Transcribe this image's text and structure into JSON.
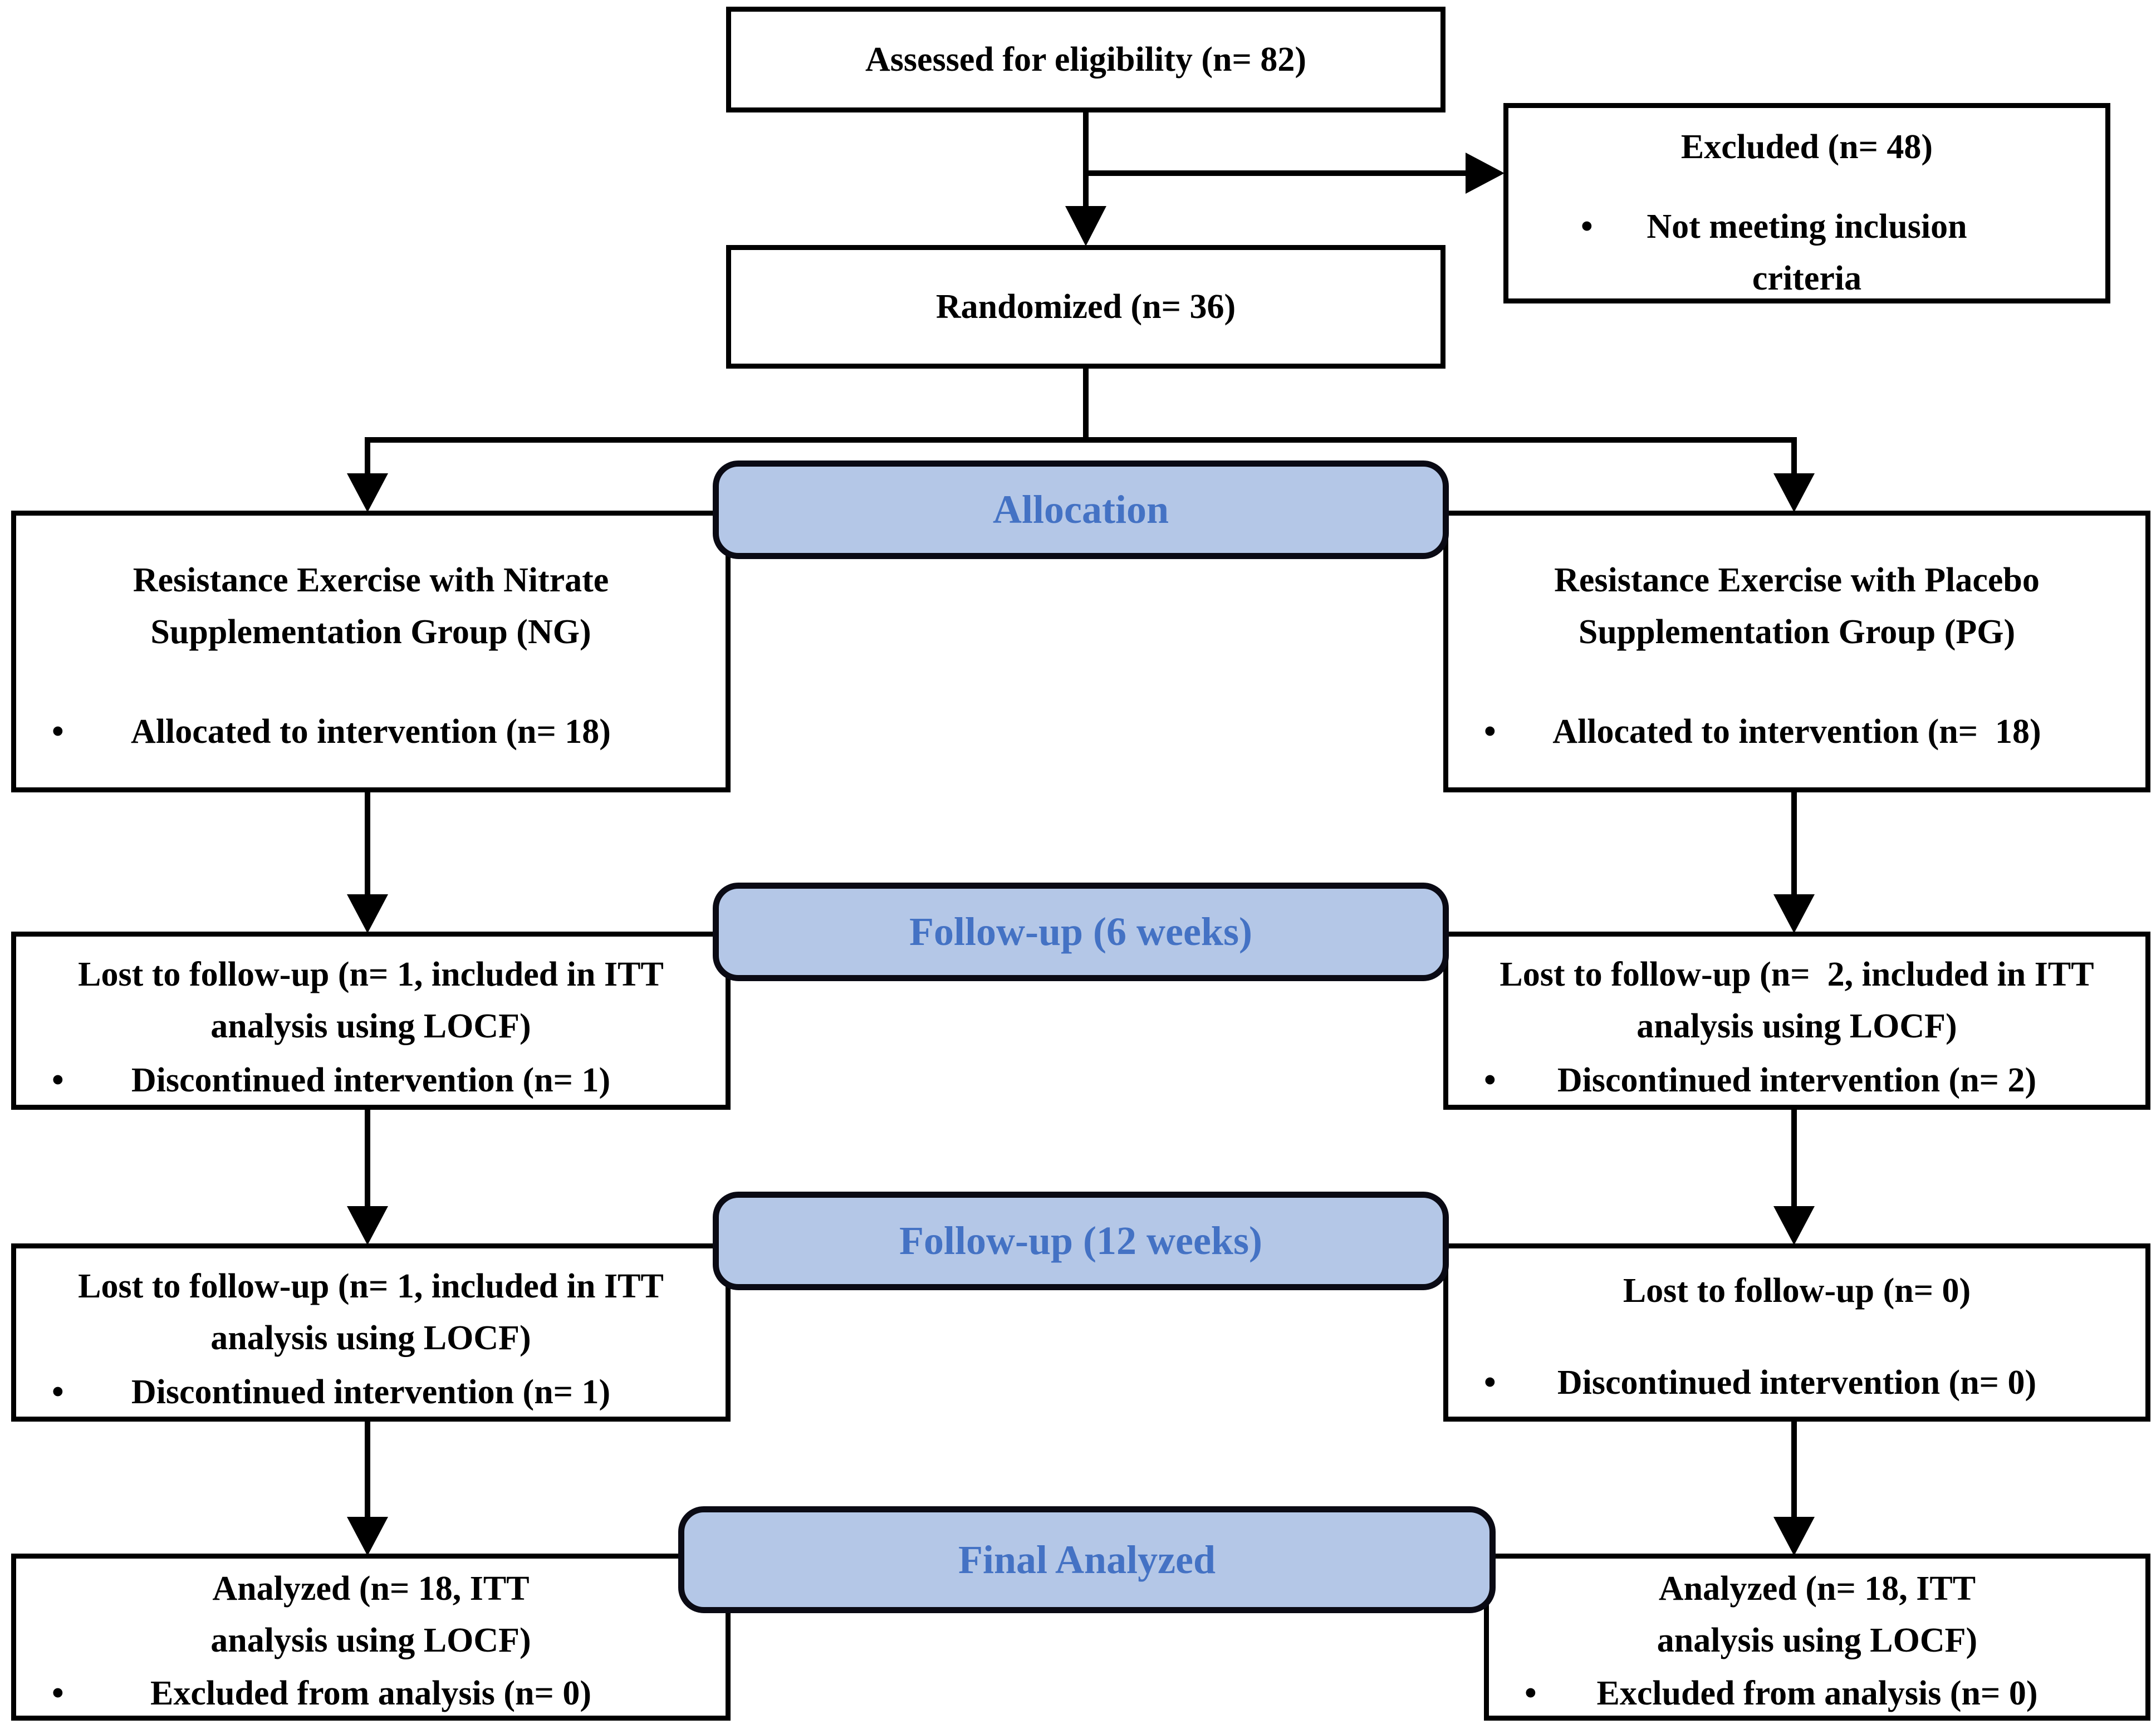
{
  "colors": {
    "background": "#ffffff",
    "box_fill": "#ffffff",
    "box_border": "#000000",
    "box_text": "#000000",
    "banner_fill": "#b4c7e7",
    "banner_border": "#0a0a14",
    "banner_text": "#4472c4",
    "connector": "#000000"
  },
  "bullet_char": "•",
  "top": {
    "assessed": "Assessed for eligibility (n= 82)",
    "excluded_title": "Excluded (n= 48)",
    "excluded_bullet": "Not meeting inclusion criteria",
    "randomized": "Randomized (n= 36)"
  },
  "banners": {
    "allocation": "Allocation",
    "followup6": "Follow-up (6 weeks)",
    "followup12": "Follow-up (12 weeks)",
    "final": "Final Analyzed"
  },
  "left": {
    "group_title": "Resistance Exercise with Nitrate Supplementation Group (NG)",
    "group_bullet": "Allocated to intervention (n= 18)",
    "fu6_title": "Lost to follow-up (n= 1, included in ITT analysis using LOCF)",
    "fu6_bullet": "Discontinued intervention (n= 1)",
    "fu12_title": "Lost to follow-up (n= 1, included in ITT analysis using LOCF)",
    "fu12_bullet": "Discontinued intervention (n= 1)",
    "final_title": "Analyzed (n= 18, ITT analysis using LOCF)",
    "final_bullet": "Excluded from analysis (n= 0)"
  },
  "right": {
    "group_title": "Resistance Exercise with Placebo Supplementation Group (PG)",
    "group_bullet": "Allocated to intervention (n=  18)",
    "fu6_title": "Lost to follow-up (n=  2, included in ITT analysis using LOCF)",
    "fu6_bullet": "Discontinued intervention (n= 2)",
    "fu12_title": "Lost to follow-up (n= 0)",
    "fu12_bullet": "Discontinued intervention (n= 0)",
    "final_title": "Analyzed (n= 18, ITT analysis using LOCF)",
    "final_bullet": "Excluded from analysis (n= 0)"
  }
}
